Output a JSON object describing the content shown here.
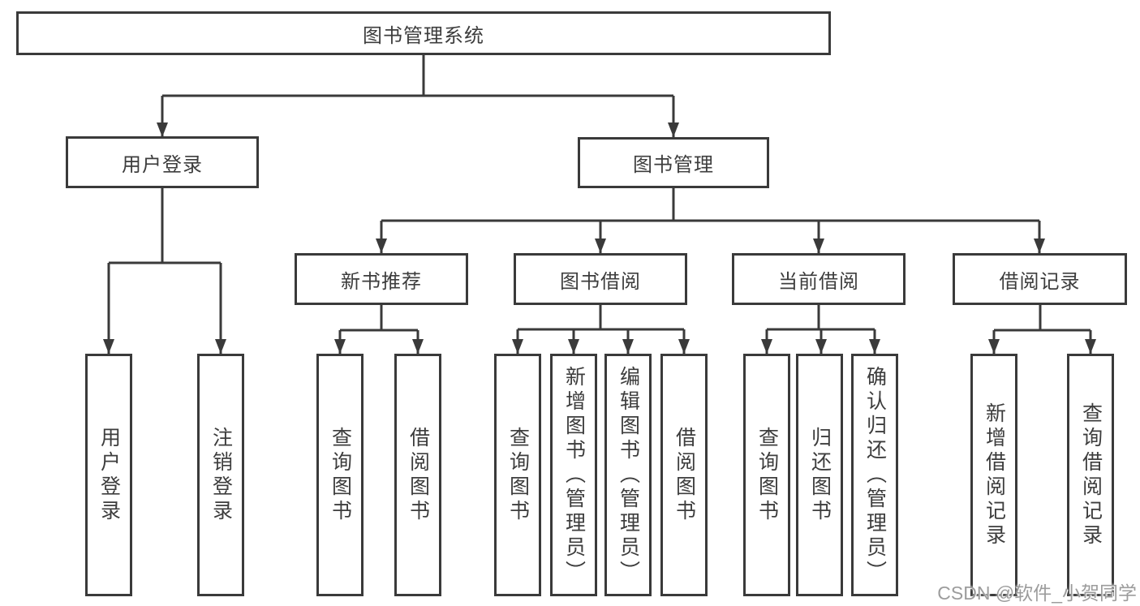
{
  "diagram": {
    "root": {
      "label": "图书管理系统"
    },
    "level1": [
      {
        "label": "用户登录"
      },
      {
        "label": "图书管理"
      }
    ],
    "level2": [
      {
        "label": "新书推荐"
      },
      {
        "label": "图书借阅"
      },
      {
        "label": "当前借阅"
      },
      {
        "label": "借阅记录"
      }
    ],
    "leaves": [
      {
        "label": "用户登录"
      },
      {
        "label": "注销登录"
      },
      {
        "label": "查询图书"
      },
      {
        "label": "借阅图书"
      },
      {
        "label": "查询图书"
      },
      {
        "label": "新增图书（管理员）"
      },
      {
        "label": "编辑图书（管理员）"
      },
      {
        "label": "借阅图书"
      },
      {
        "label": "查询图书"
      },
      {
        "label": "归还图书"
      },
      {
        "label": "确认归还（管理员）"
      },
      {
        "label": "新增借阅记录"
      },
      {
        "label": "查询借阅记录"
      }
    ]
  },
  "watermark": {
    "text": "CSDN @软件_小贺同学"
  },
  "colors": {
    "line": "#3a3a3a",
    "text": "#3d3d3d",
    "watermark": "#9c9c9c",
    "background": "#ffffff"
  }
}
